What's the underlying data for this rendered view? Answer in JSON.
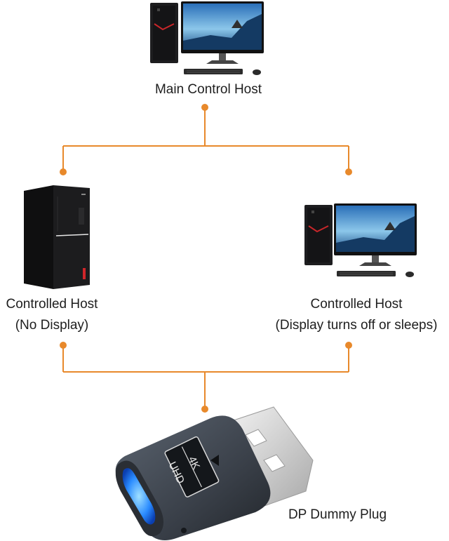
{
  "nodes": {
    "main_host": {
      "label": "Main Control Host",
      "icon": "desktop-pc-icon"
    },
    "controlled_no_display": {
      "label_line1": "Controlled Host",
      "label_line2": "(No Display)",
      "icon": "tower-pc-icon"
    },
    "controlled_display_off": {
      "label_line1": "Controlled Host",
      "label_line2": "(Display turns off or sleeps)",
      "icon": "desktop-pc-icon"
    },
    "dummy_plug": {
      "label": "DP Dummy Plug",
      "badge_top": "4K",
      "badge_bottom": "UHD",
      "icon": "dp-dummy-plug-icon"
    }
  },
  "colors": {
    "connector": "#e8892b",
    "text": "#1e1e1e"
  }
}
